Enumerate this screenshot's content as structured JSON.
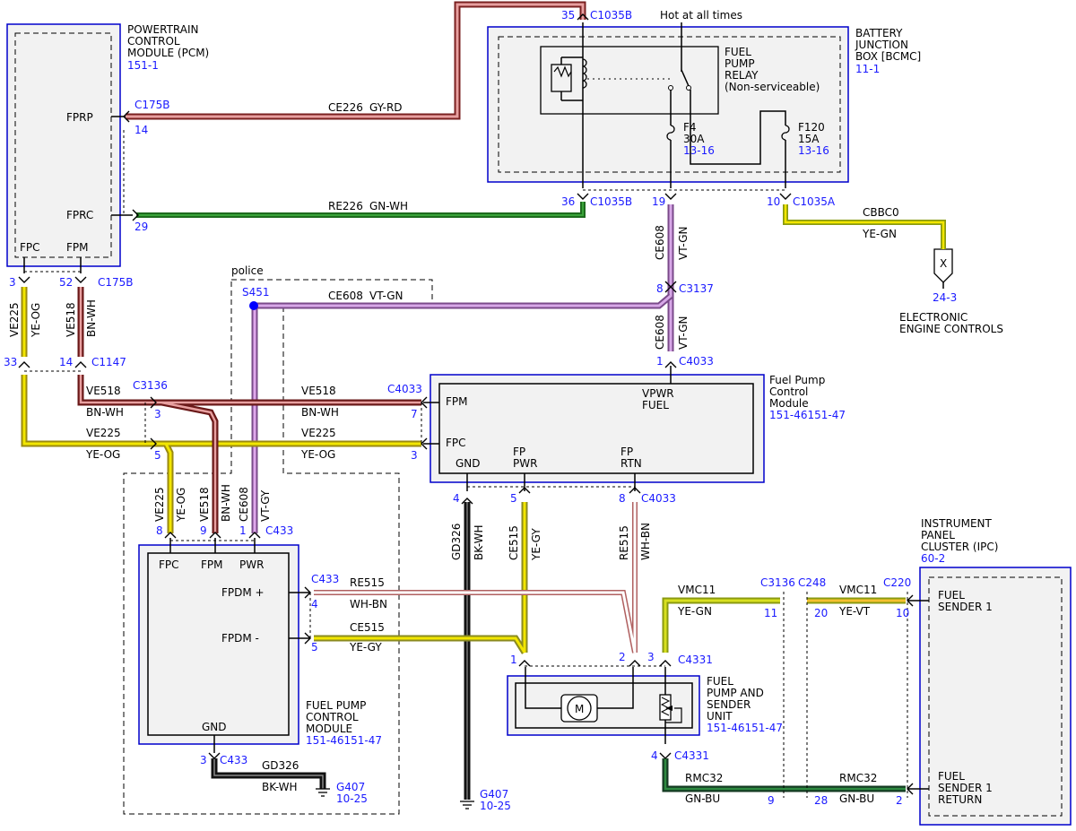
{
  "modules": {
    "pcm": {
      "title": [
        "POWERTRAIN",
        "CONTROL",
        "MODULE (PCM)"
      ],
      "ref": "151-1",
      "pins": {
        "fprp": "FPRP",
        "fprc": "FPRC",
        "fpc": "FPC",
        "fpm": "FPM"
      }
    },
    "bjb": {
      "title": [
        "BATTERY",
        "JUNCTION",
        "BOX [BCMC]"
      ],
      "ref": "11-1"
    },
    "relay": {
      "lines": [
        "FUEL",
        "PUMP",
        "RELAY",
        "(Non-serviceable)"
      ]
    },
    "hot_note": "Hot at all times",
    "fuses": {
      "f4": {
        "name": "F4",
        "amp": "30A",
        "ref": "13-16"
      },
      "f120": {
        "name": "F120",
        "amp": "15A",
        "ref": "13-16"
      }
    },
    "fpcm_top": {
      "title": [
        "Fuel Pump",
        "Control",
        "Module"
      ],
      "ref": "151-46151-47",
      "pins": {
        "fpm": "FPM",
        "fpc": "FPC",
        "vpwr": "VPWR",
        "fuel": "FUEL",
        "gnd": "GND",
        "fp1": "FP",
        "pwr": "PWR",
        "fp2": "FP",
        "rtn": "RTN"
      }
    },
    "fpcm_left": {
      "title": [
        "FUEL PUMP",
        "CONTROL",
        "MODULE"
      ],
      "ref": "151-46151-47",
      "pins": {
        "fpc": "FPC",
        "fpm": "FPM",
        "pwr": "PWR",
        "fpdm_plus": "FPDM +",
        "fpdm_minus": "FPDM -",
        "gnd": "GND"
      }
    },
    "sender": {
      "title": [
        "FUEL",
        "PUMP AND",
        "SENDER",
        "UNIT"
      ],
      "ref": "151-46151-47",
      "motor": "M"
    },
    "ipc": {
      "title": [
        "INSTRUMENT",
        "PANEL",
        "CLUSTER (IPC)"
      ],
      "ref": "60-2",
      "pins": {
        "sender": [
          "FUEL",
          "SENDER 1"
        ],
        "return": [
          "FUEL",
          "SENDER 1",
          "RETURN"
        ]
      }
    },
    "eec": {
      "symbol": "X",
      "ref": "24-3",
      "title": [
        "ELECTRONIC",
        "ENGINE CONTROLS"
      ]
    },
    "police": "police"
  },
  "connectors": {
    "c1035b_35": {
      "pin": "35",
      "name": "C1035B"
    },
    "c1035b_36": {
      "pin": "36",
      "name": "C1035B"
    },
    "c1035a": {
      "pin": "10",
      "name": "C1035A"
    },
    "bjb_19": {
      "pin": "19"
    },
    "c175b_top": {
      "name": "C175B",
      "pin": "14"
    },
    "pcm_29": {
      "pin": "29"
    },
    "c175b_bot": {
      "pin_a": "3",
      "pin_b": "52",
      "name": "C175B"
    },
    "c1147": {
      "pin_a": "33",
      "pin_b": "14",
      "name": "C1147"
    },
    "c3137": {
      "pin": "8",
      "name": "C3137"
    },
    "c4033_top": {
      "pin": "1",
      "name": "C4033"
    },
    "c4033_mid": {
      "name": "C4033",
      "pin_a": "7",
      "pin_b": "3"
    },
    "c3136_left": {
      "name": "C3136",
      "pin_a": "3",
      "pin_b": "5"
    },
    "s451": {
      "name": "S451"
    },
    "c4033_bot": {
      "pin_a": "4",
      "pin_b": "5",
      "pin_c": "8",
      "name": "C4033"
    },
    "c433_top": {
      "pin_a": "8",
      "pin_b": "9",
      "pin_c": "1",
      "name": "C433"
    },
    "c433_right": {
      "name": "C433",
      "pin_a": "4",
      "pin_b": "5"
    },
    "c4331_top": {
      "pin_a": "1",
      "pin_b": "2",
      "pin_c": "3",
      "name": "C4331"
    },
    "c4331_bot": {
      "pin": "4",
      "name": "C4331"
    },
    "c433_bot": {
      "pin": "3",
      "name": "C433"
    },
    "g407_a": {
      "name": "G407",
      "ref": "10-25"
    },
    "g407_b": {
      "name": "G407",
      "ref": "10-25"
    },
    "c3136_right": {
      "name": "C3136",
      "pin_a": "11",
      "pin_b": "9"
    },
    "c248": {
      "name": "C248",
      "pin_a": "20",
      "pin_b": "28"
    },
    "c220": {
      "name": "C220",
      "pin_a": "10",
      "pin_b": "2"
    }
  },
  "wires": {
    "ce226": {
      "circuit": "CE226",
      "color": "GY-RD"
    },
    "re226": {
      "circuit": "RE226",
      "color": "GN-WH"
    },
    "cbbc0": {
      "circuit": "CBBC0",
      "color": "YE-GN"
    },
    "ce608_a": {
      "circuit": "CE608",
      "color": "VT-GN"
    },
    "ce608_b": {
      "circuit": "CE608",
      "color": "VT-GN"
    },
    "ce608_c": {
      "circuit": "CE608",
      "color": "VT-GN"
    },
    "ce608_d": {
      "circuit": "CE608",
      "color": "VT-GY"
    },
    "ve225_a": {
      "circuit": "VE225",
      "color": "YE-OG"
    },
    "ve518_a": {
      "circuit": "VE518",
      "color": "BN-WH"
    },
    "ve518_b": {
      "circuit": "VE518",
      "color": "BN-WH"
    },
    "ve518_c": {
      "circuit": "VE518",
      "color": "BN-WH"
    },
    "ve518_d": {
      "circuit": "VE518",
      "color": "BN-WH"
    },
    "ve225_b": {
      "circuit": "VE225",
      "color": "YE-OG"
    },
    "ve225_c": {
      "circuit": "VE225",
      "color": "YE-OG"
    },
    "ve225_d": {
      "circuit": "VE225",
      "color": "YE-OG"
    },
    "gd326_a": {
      "circuit": "GD326",
      "color": "BK-WH"
    },
    "ce515_a": {
      "circuit": "CE515",
      "color": "YE-GY"
    },
    "re515_a": {
      "circuit": "RE515",
      "color": "WH-BN"
    },
    "re515_b": {
      "circuit": "RE515",
      "color": "WH-BN"
    },
    "ce515_b": {
      "circuit": "CE515",
      "color": "YE-GY"
    },
    "vmc11_a": {
      "circuit": "VMC11",
      "color": "YE-GN"
    },
    "vmc11_b": {
      "circuit": "VMC11",
      "color": "YE-VT"
    },
    "rmc32_a": {
      "circuit": "RMC32",
      "color": "GN-BU"
    },
    "rmc32_b": {
      "circuit": "RMC32",
      "color": "GN-BU"
    },
    "gd326_b": {
      "circuit": "GD326",
      "color": "BK-WH"
    }
  },
  "colors": {
    "module_border": "#0000cc",
    "label_blue": "#1a1aff",
    "gy_rd": "#c0504d",
    "gn_wh": "#1e7b1e",
    "ye": "#f2e600",
    "vt": "#c77dd6",
    "bn_wh": "#8b2020",
    "wh_bn": "#e8b4b4",
    "bk": "#111111",
    "gn_bu": "#1a5c2a",
    "ye_vt": "#f0b030"
  }
}
